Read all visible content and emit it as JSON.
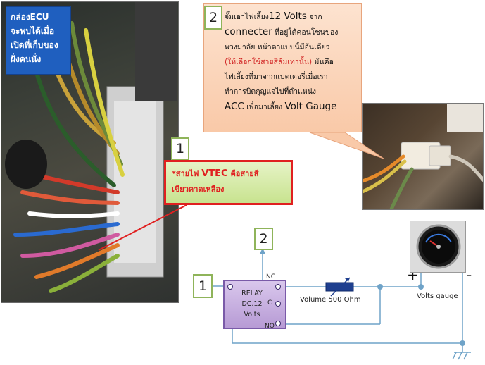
{
  "ecu_label": {
    "line1": "กล่องECU",
    "line2": "จะพบได้เมื่อ",
    "line3": "เปิดที่เก็บของ",
    "line4": "ฝั่งคนนั่ง"
  },
  "callout_2": {
    "badge": "2",
    "line1_a": "จั๊มเอาไฟเลี้ยง",
    "line1_b": "12 Volts",
    "line1_c": " จาก",
    "line2_a": "connecter",
    "line2_b": " ที่อยู่ใต้คอนโซนของ",
    "line3": "พวงมาลัย หน้าตาแบบนี้มีอันเดียว",
    "line4_red": "(ให้เลือกใช้สายสีส้มเท่านั้น)",
    "line4_b": " มันคือ",
    "line5": "ไฟเลี้ยงที่มาจากแบตเตอรี่เมื่อเรา",
    "line6": "ทำการบิดกุญแจไปที่ตำแหน่ง",
    "line7_a": "ACC",
    "line7_b": " เพื่อมาเลี้ยง ",
    "line7_c": "Volt Gauge"
  },
  "callout_1": {
    "badge": "1",
    "line1_a": "*สายไฟ ",
    "line1_b": "VTEC",
    "line1_c": " คือสายสี",
    "line2": "เขียวคาดเหลือง"
  },
  "diagram": {
    "badge_1": "1",
    "badge_2": "2",
    "relay_line1": "RELAY",
    "relay_line2": "DC.12",
    "relay_line3": "Volts",
    "pin_nc": "NC",
    "pin_c": "C",
    "pin_no": "NO",
    "volume_label": "Volume 500 Ohm",
    "plus": "+",
    "minus": "-",
    "gauge_label": "Volts gauge"
  },
  "colors": {
    "ecu_label_bg": "#1f5fbf",
    "callout2_bg": "#f9c9a8",
    "callout1_bg": "#c8e38f",
    "callout1_border": "#e02020",
    "badge_border": "#8fb45a",
    "relay_bg": "#b79bd5",
    "wire_color": "#6fa3c8"
  }
}
